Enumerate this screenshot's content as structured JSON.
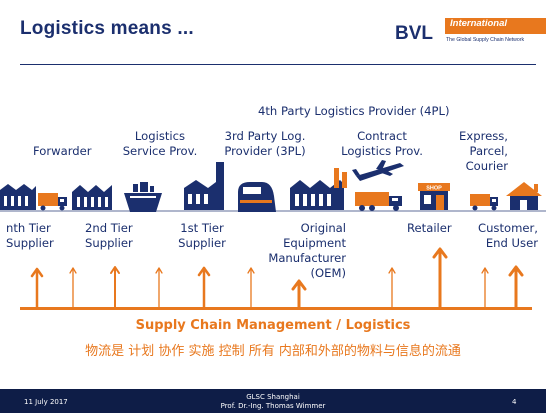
{
  "header": {
    "title": "Logistics means ...",
    "logo_main": "BVL",
    "logo_badge": "International",
    "logo_tagline": "The Global Supply Chain Network"
  },
  "providers": {
    "fourpl": "4th Party Logistics Provider (4PL)",
    "forwarder": "Forwarder",
    "lsp_line1": "Logistics",
    "lsp_line2": "Service Prov.",
    "threepl_line1": "3rd Party Log.",
    "threepl_line2": "Provider (3PL)",
    "contract_line1": "Contract",
    "contract_line2": "Logistics Prov.",
    "express_line1": "Express,",
    "express_line2": "Parcel,",
    "express_line3": "Courier"
  },
  "chain": {
    "nth_line1": "nth Tier",
    "nth_line2": "Supplier",
    "second_line1": "2nd Tier",
    "second_line2": "Supplier",
    "first_line1": "1st Tier",
    "first_line2": "Supplier",
    "oem_line1": "Original",
    "oem_line2": "Equipment",
    "oem_line3": "Manufacturer",
    "oem_line4": "(OEM)",
    "retailer": "Retailer",
    "customer_line1": "Customer,",
    "customer_line2": "End User"
  },
  "shop_sign": "SHOP",
  "bottom": {
    "title": "Supply Chain Management / Logistics",
    "chinese": "物流是 计划  协作  实施  控制  所有 内部和外部的物料与信息的流通"
  },
  "footer": {
    "date": "11 July 2017",
    "event": "GLSC Shanghai",
    "presenter": "Prof. Dr.-Ing. Thomas Wimmer",
    "page": "4"
  },
  "colors": {
    "navy": "#1b2f6e",
    "orange": "#e8781e",
    "footer_bg": "#0e1d47"
  },
  "icons": [
    "factory-icon",
    "truck-icon",
    "ship-icon",
    "train-icon",
    "airplane-icon",
    "shop-icon",
    "house-icon",
    "up-arrow-icon"
  ]
}
